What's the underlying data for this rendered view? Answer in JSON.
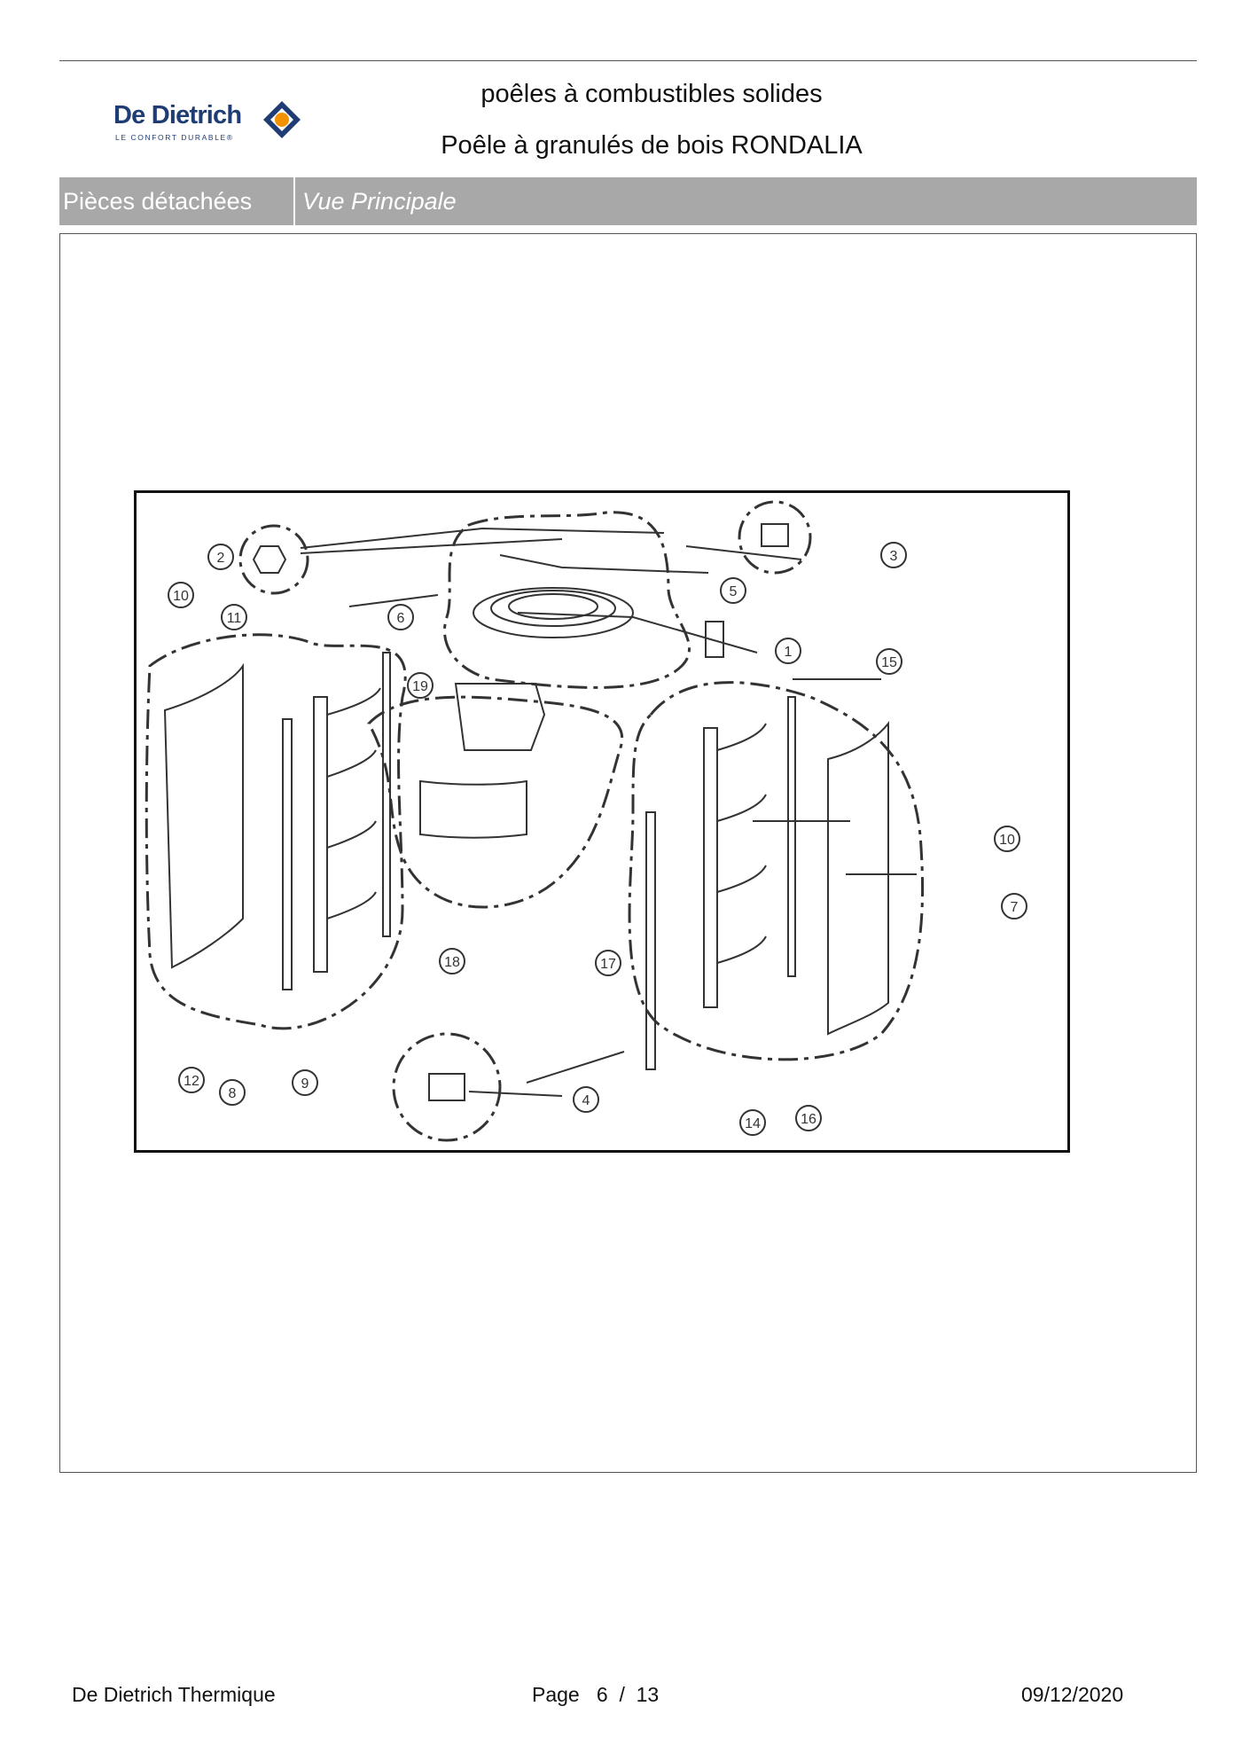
{
  "header": {
    "logo": {
      "brand": "De Dietrich",
      "tagline": "LE CONFORT DURABLE®",
      "accent_color": "#f39200",
      "brand_color": "#1f3d74"
    },
    "category": "poêles à combustibles solides",
    "product": "Poêle à granulés de bois RONDALIA"
  },
  "section": {
    "label": "Pièces détachées",
    "view": "Vue Principale"
  },
  "drawing": {
    "callouts": [
      "1",
      "2",
      "3",
      "4",
      "5",
      "6",
      "7",
      "8",
      "9",
      "10",
      "10",
      "11",
      "12",
      "14",
      "15",
      "16",
      "17",
      "18",
      "19"
    ]
  },
  "footer": {
    "company": "De Dietrich Thermique",
    "page_label": "Page",
    "page_current": "6",
    "page_sep": "/",
    "page_total": "13",
    "date": "09/12/2020"
  }
}
